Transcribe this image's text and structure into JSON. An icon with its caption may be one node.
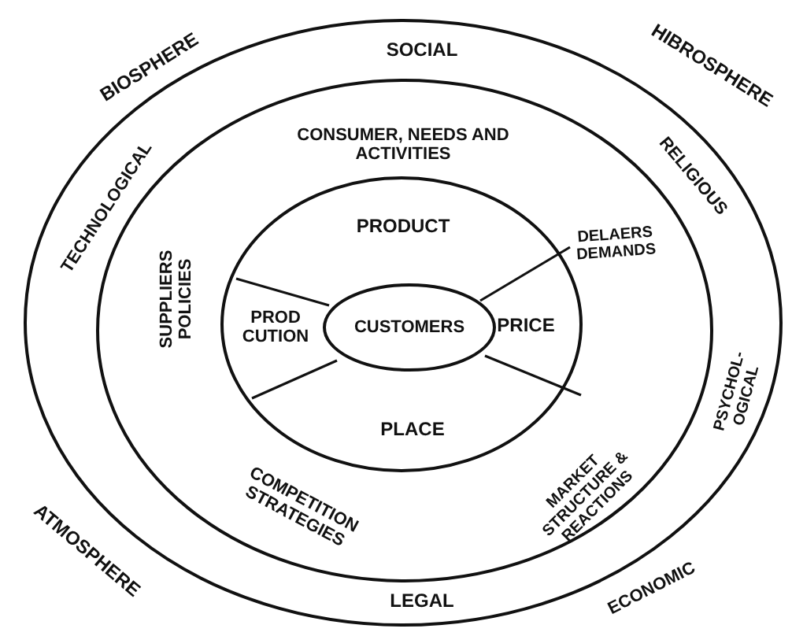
{
  "diagram": {
    "nodes": [
      {
        "text": [
          "SOCIAL",
          "TECHNOLOGICAL",
          "RELIGIOUS",
          "PSYCHOL- OGICAL",
          "ECONOMIC",
          "LEGAL"
        ]
      },
      {
        "text": [
          "CONSUMER, NEEDS AND ACTIVITIES",
          "SUPPLIERS POLICIES",
          "DELAERS DEMANDS",
          "COMPETITION STRATEGIES",
          "MARKET STRUCTURE & REACTIONS"
        ],
        "in": 0
      },
      {
        "text": [
          "PRODUCT",
          "PROD CUTION",
          "PRICE",
          "PLACE"
        ],
        "in": 1
      },
      {
        "text": [
          "CUSTOMERS"
        ],
        "in": 2
      }
    ],
    "labels": [
      "BIOSPHERE",
      "HIBROSPHERE",
      "ATMOSPHERE"
    ]
  }
}
